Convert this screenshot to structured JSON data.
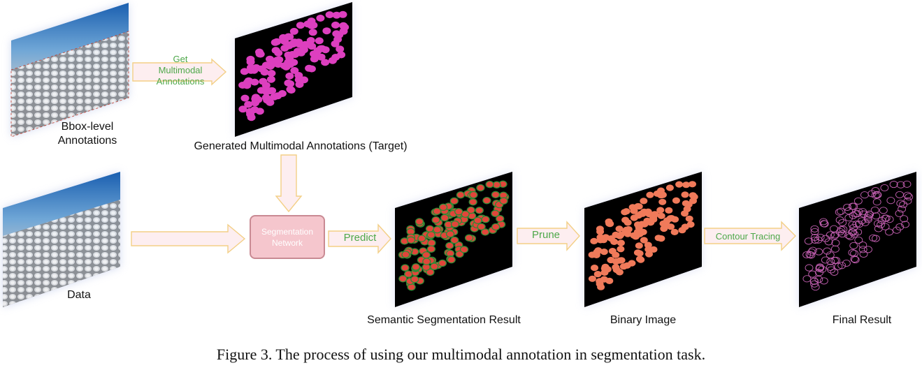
{
  "labels": {
    "bbox_line1": "Bbox-level",
    "bbox_line2": "Annotations",
    "get_line1": "Get",
    "get_line2": "Multimodal",
    "get_line3": "Annotations",
    "generated": "Generated Multimodal Annotations (Target)",
    "data": "Data",
    "net_line1": "Segmentation",
    "net_line2": "Network",
    "predict": "Predict",
    "prune": "Prune",
    "contour": "Contour Tracing",
    "semantic": "Semantic Segmentation Result",
    "binary": "Binary Image",
    "final": "Final Result"
  },
  "caption": "Figure 3. The process of using our multimodal annotation in segmentation task.",
  "colors": {
    "arrow_fill": "#fdeef0",
    "arrow_stroke": "#f3cf86",
    "magenta": "#dd3fbf",
    "red_dot": "#e0463a",
    "green_dot": "#2f8a35",
    "salmon": "#f07a5a",
    "outline": "#c25fb0",
    "label_green": "#4ea84a",
    "net_fill": "#f5c6cd"
  }
}
